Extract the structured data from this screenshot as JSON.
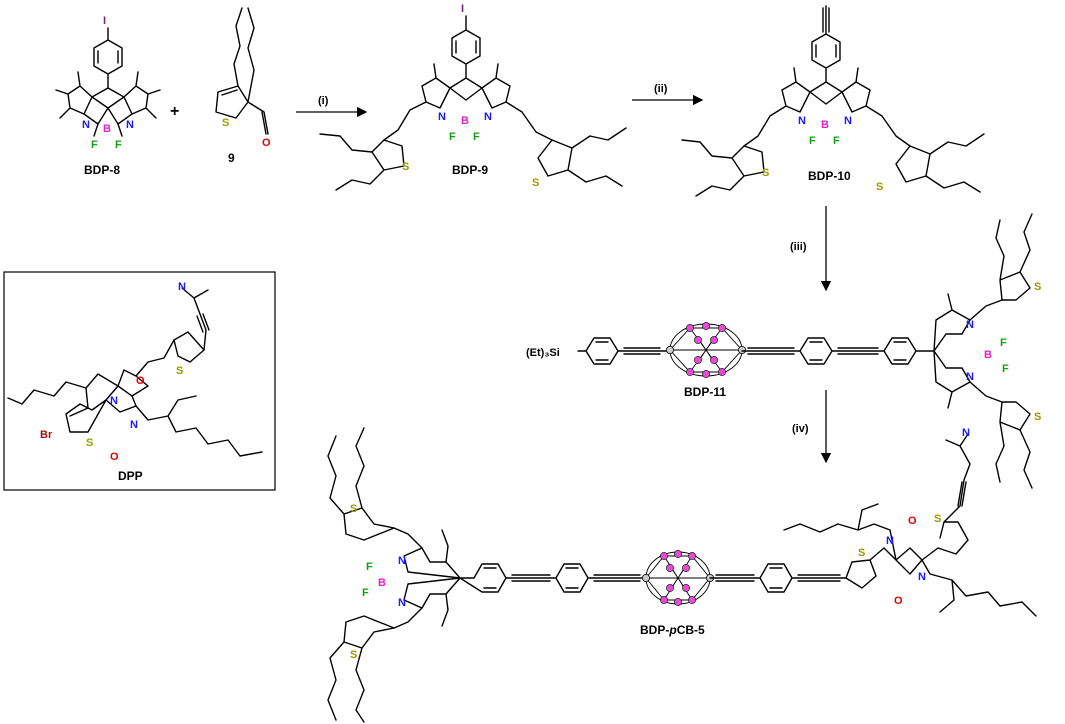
{
  "compounds": {
    "bdp8": "BDP-8",
    "ald9": "9",
    "bdp9": "BDP-9",
    "bdp10": "BDP-10",
    "bdp11": "BDP-11",
    "dpp": "DPP",
    "final_pre": "BDP-",
    "final_italic": "p",
    "final_post": "CB-5"
  },
  "plus": "+",
  "steps": [
    "(i)",
    "(ii)",
    "(iii)",
    "(iv)"
  ],
  "atoms": {
    "N": "N",
    "B": "B",
    "F": "F",
    "S": "S",
    "O": "O",
    "I": "I",
    "Br": "Br",
    "tes": "(Et)₃Si"
  },
  "colors": {
    "N": "#1a1aff",
    "B": "#e020c8",
    "F": "#14a014",
    "S": "#9a9a00",
    "O": "#e00000",
    "I": "#7a1a8a",
    "Br": "#a01010",
    "cage": "#e64ad6"
  }
}
